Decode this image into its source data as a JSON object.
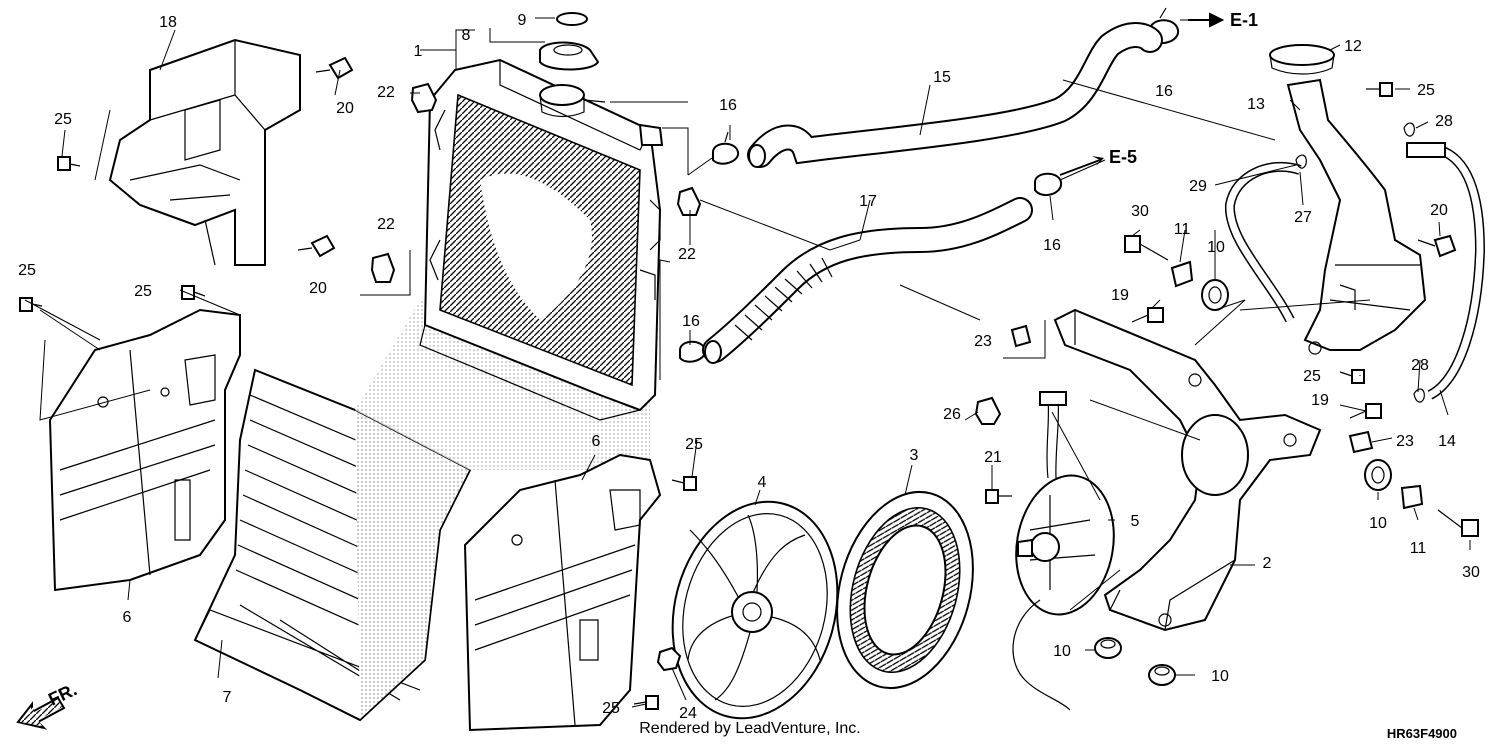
{
  "diagram": {
    "callouts": [
      {
        "id": "c18a",
        "text": "18"
      },
      {
        "id": "c20a",
        "text": "20"
      },
      {
        "id": "c25a",
        "text": "25"
      },
      {
        "id": "c20b",
        "text": "20"
      },
      {
        "id": "c25b",
        "text": "25"
      },
      {
        "id": "c25c",
        "text": "25"
      },
      {
        "id": "c6a",
        "text": "6"
      },
      {
        "id": "c7",
        "text": "7"
      },
      {
        "id": "c1",
        "text": "1"
      },
      {
        "id": "c8",
        "text": "8"
      },
      {
        "id": "c9",
        "text": "9"
      },
      {
        "id": "c22a",
        "text": "22"
      },
      {
        "id": "c22b",
        "text": "22"
      },
      {
        "id": "c22c",
        "text": "22"
      },
      {
        "id": "c16a",
        "text": "16"
      },
      {
        "id": "c16b",
        "text": "16"
      },
      {
        "id": "c16c",
        "text": "16"
      },
      {
        "id": "c16d",
        "text": "16"
      },
      {
        "id": "c15",
        "text": "15"
      },
      {
        "id": "c17",
        "text": "17"
      },
      {
        "id": "c6b",
        "text": "6"
      },
      {
        "id": "c25d",
        "text": "25"
      },
      {
        "id": "c25e",
        "text": "25"
      },
      {
        "id": "c24",
        "text": "24"
      },
      {
        "id": "c4",
        "text": "4"
      },
      {
        "id": "c3",
        "text": "3"
      },
      {
        "id": "c26",
        "text": "26"
      },
      {
        "id": "c21",
        "text": "21"
      },
      {
        "id": "c5",
        "text": "5"
      },
      {
        "id": "c2",
        "text": "2"
      },
      {
        "id": "c23a",
        "text": "23"
      },
      {
        "id": "c23b",
        "text": "23"
      },
      {
        "id": "c30a",
        "text": "30"
      },
      {
        "id": "c11a",
        "text": "11"
      },
      {
        "id": "c10a",
        "text": "10"
      },
      {
        "id": "c19a",
        "text": "19"
      },
      {
        "id": "c19b",
        "text": "19"
      },
      {
        "id": "c10b",
        "text": "10"
      },
      {
        "id": "c10c",
        "text": "10"
      },
      {
        "id": "c10d",
        "text": "10"
      },
      {
        "id": "c11b",
        "text": "11"
      },
      {
        "id": "c30b",
        "text": "30"
      },
      {
        "id": "c12",
        "text": "12"
      },
      {
        "id": "c13",
        "text": "13"
      },
      {
        "id": "c25f",
        "text": "25"
      },
      {
        "id": "c28a",
        "text": "28"
      },
      {
        "id": "c28b",
        "text": "28"
      },
      {
        "id": "c29",
        "text": "29"
      },
      {
        "id": "c27",
        "text": "27"
      },
      {
        "id": "c20c",
        "text": "20"
      },
      {
        "id": "c25g",
        "text": "25"
      },
      {
        "id": "c14",
        "text": "14"
      }
    ],
    "references": [
      {
        "id": "refE1",
        "text": "E-1"
      },
      {
        "id": "refE5",
        "text": "E-5"
      }
    ],
    "front_indicator": "FR.",
    "footer_credit": "Rendered by LeadVenture, Inc.",
    "diagram_code": "HR63F4900"
  }
}
